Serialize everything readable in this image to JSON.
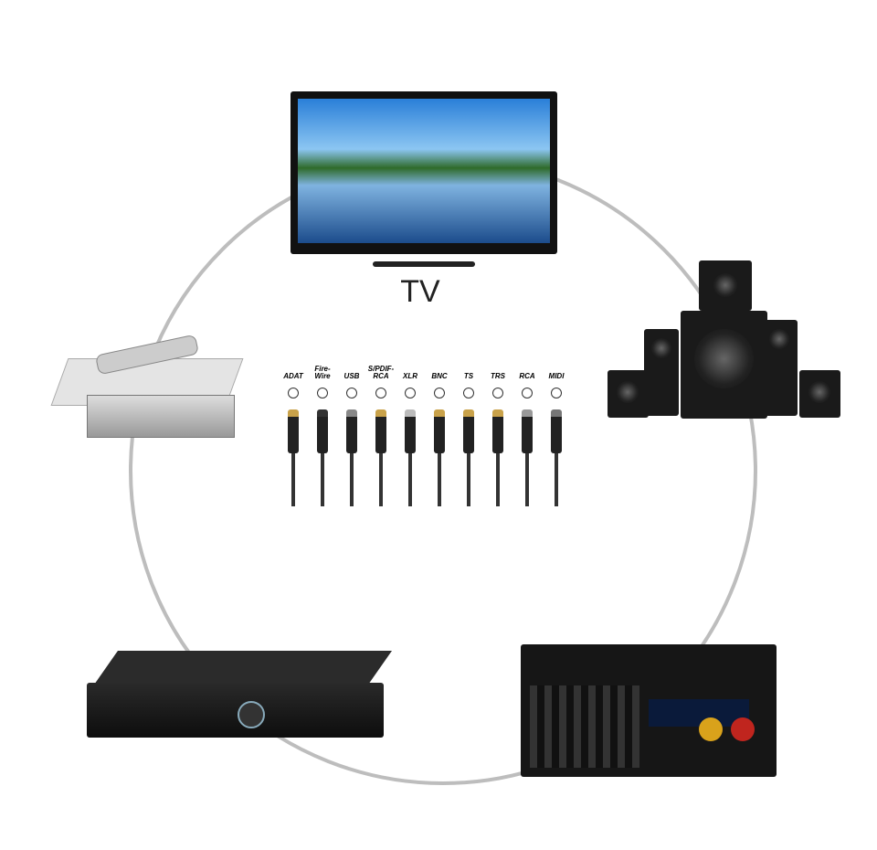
{
  "tv_label": "TV",
  "connectors": [
    {
      "label": "ADAT",
      "tip": "#c9a24a"
    },
    {
      "label": "Fire-Wire",
      "tip": "#333"
    },
    {
      "label": "USB",
      "tip": "#888"
    },
    {
      "label": "S/PDIF-RCA",
      "tip": "#c9a24a"
    },
    {
      "label": "XLR",
      "tip": "#bbb"
    },
    {
      "label": "BNC",
      "tip": "#c9a24a"
    },
    {
      "label": "TS",
      "tip": "#c9a24a"
    },
    {
      "label": "TRS",
      "tip": "#c9a24a"
    },
    {
      "label": "RCA",
      "tip": "#999"
    },
    {
      "label": "MIDI",
      "tip": "#777"
    }
  ]
}
